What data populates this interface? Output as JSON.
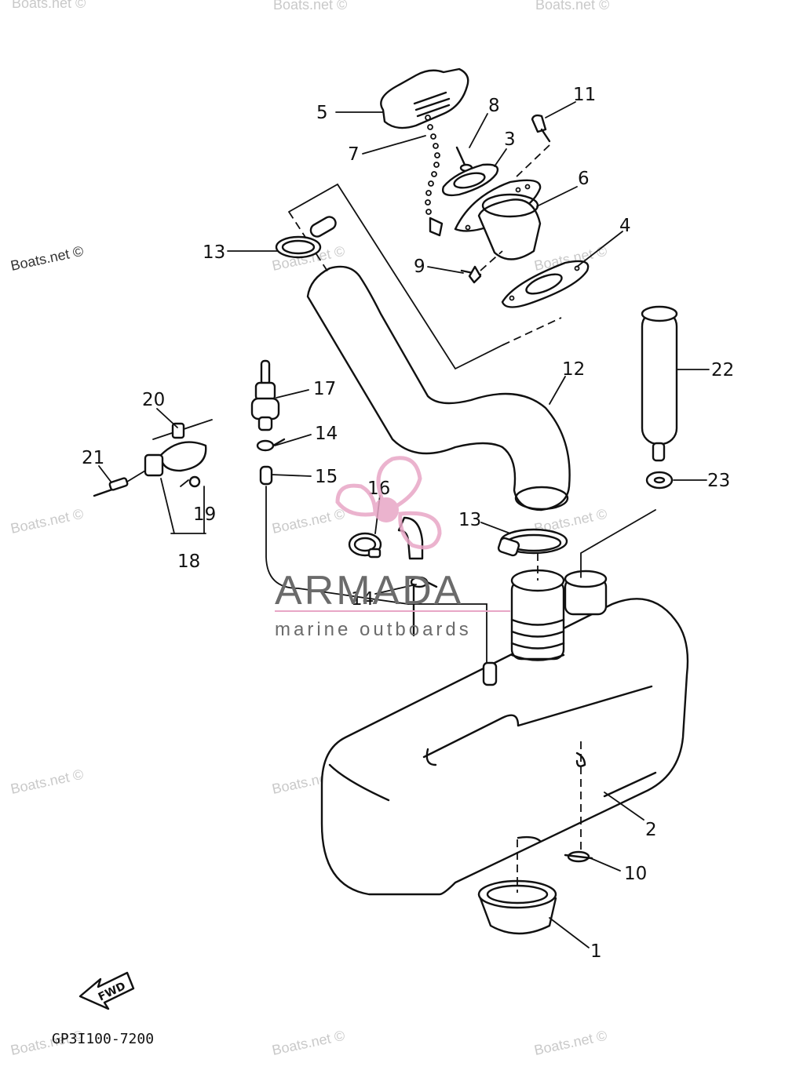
{
  "diagram": {
    "code": "GP3I100-7200",
    "fwd_label": "FWD",
    "watermark": "Boats.net ©",
    "logo": {
      "name": "ARMADA",
      "tagline": "marine outboards",
      "pink": "#e8a6c6",
      "grey": "#6b6b6b"
    },
    "callouts": [
      {
        "id": "c1",
        "text": "1"
      },
      {
        "id": "c2",
        "text": "2"
      },
      {
        "id": "c3",
        "text": "3"
      },
      {
        "id": "c4",
        "text": "4"
      },
      {
        "id": "c5",
        "text": "5"
      },
      {
        "id": "c6",
        "text": "6"
      },
      {
        "id": "c7",
        "text": "7"
      },
      {
        "id": "c8",
        "text": "8"
      },
      {
        "id": "c9",
        "text": "9"
      },
      {
        "id": "c10",
        "text": "10"
      },
      {
        "id": "c11",
        "text": "11"
      },
      {
        "id": "c12",
        "text": "12"
      },
      {
        "id": "c13a",
        "text": "13"
      },
      {
        "id": "c13b",
        "text": "13"
      },
      {
        "id": "c14a",
        "text": "14"
      },
      {
        "id": "c14b",
        "text": "14"
      },
      {
        "id": "c15",
        "text": "15"
      },
      {
        "id": "c16",
        "text": "16"
      },
      {
        "id": "c17",
        "text": "17"
      },
      {
        "id": "c18",
        "text": "18"
      },
      {
        "id": "c19",
        "text": "19"
      },
      {
        "id": "c20",
        "text": "20"
      },
      {
        "id": "c21",
        "text": "21"
      },
      {
        "id": "c22",
        "text": "22"
      },
      {
        "id": "c23",
        "text": "23"
      }
    ]
  }
}
